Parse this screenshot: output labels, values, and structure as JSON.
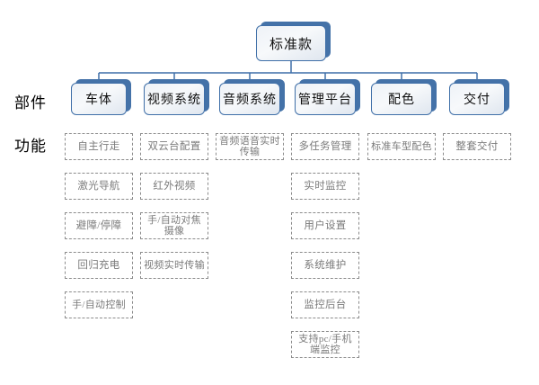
{
  "diagram": {
    "title": "标准款",
    "row_labels": {
      "components": "部件",
      "functions": "功能"
    },
    "colors": {
      "node_border": "#3f6fa8",
      "node_shadow": "#4472a8",
      "connector": "#3f6fa8",
      "leaf_border": "#8c8c8c",
      "leaf_text": "#7b7b7b",
      "node_text": "#0f0f0f",
      "background": "#ffffff"
    },
    "root": {
      "label": "标准款"
    },
    "columns": [
      {
        "label": "车体",
        "features": [
          "自主行走",
          "激光导航",
          "避障/停障",
          "回归充电",
          "手/自动控制"
        ]
      },
      {
        "label": "视频系统",
        "features": [
          "双云台配置",
          "红外视频",
          "手/自动对焦摄像",
          "视频实时传输"
        ]
      },
      {
        "label": "音频系统",
        "features": [
          "音频语音实时传输"
        ]
      },
      {
        "label": "管理平台",
        "features": [
          "多任务管理",
          "实时监控",
          "用户设置",
          "系统维护",
          "监控后台",
          "支持pc/手机端监控"
        ]
      },
      {
        "label": "配色",
        "features": [
          "标准车型配色"
        ]
      },
      {
        "label": "交付",
        "features": [
          "整套交付"
        ]
      }
    ]
  }
}
